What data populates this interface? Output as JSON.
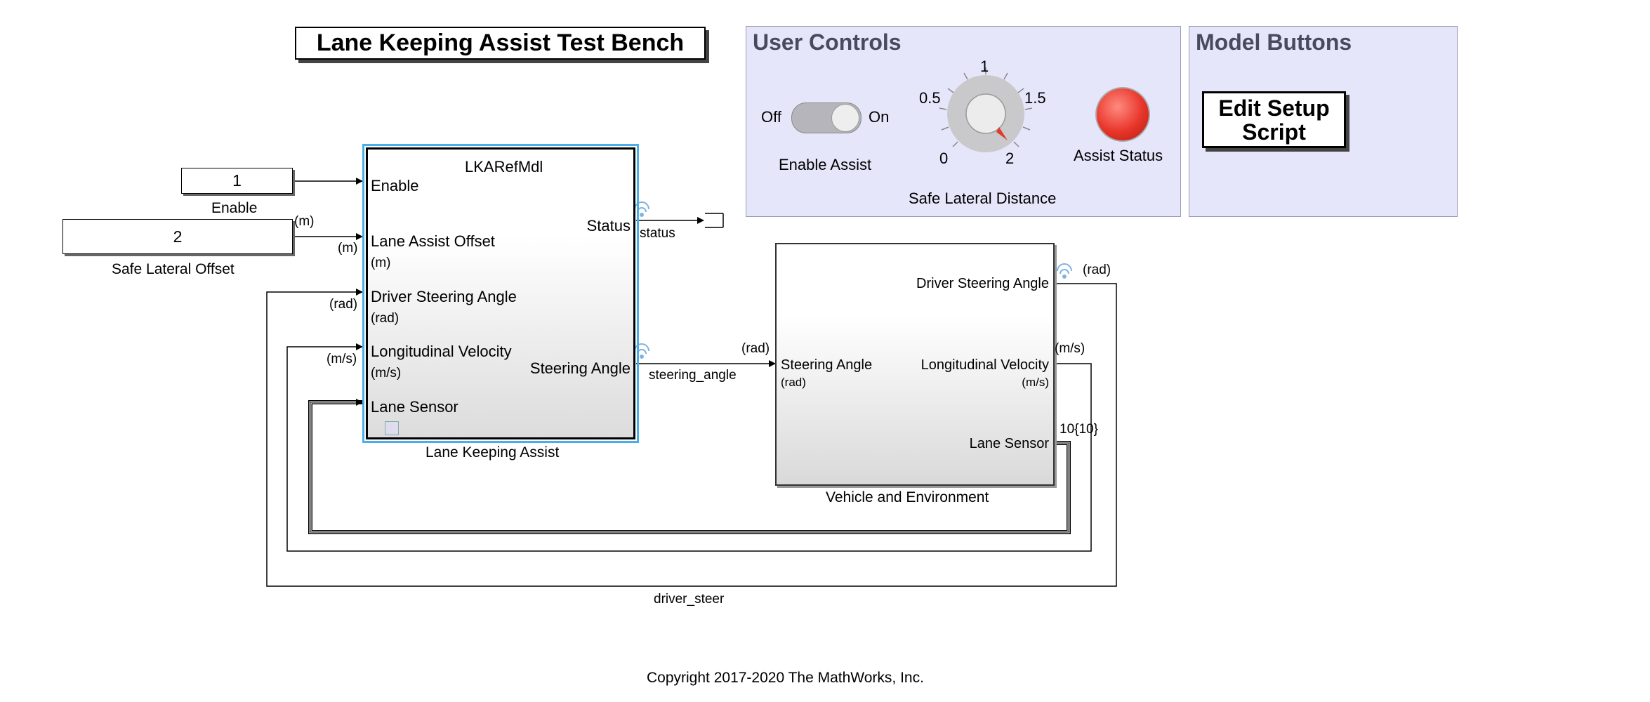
{
  "title": "Lane Keeping Assist Test Bench",
  "user_controls": {
    "heading": "User Controls",
    "switch_off": "Off",
    "switch_on": "On",
    "switch_label": "Enable Assist",
    "knob_ticks": [
      "0",
      "0.5",
      "1",
      "1.5",
      "2"
    ],
    "knob_label": "Safe Lateral Distance",
    "lamp_label": "Assist Status",
    "lamp_color": "#e8352a"
  },
  "model_buttons": {
    "heading": "Model Buttons",
    "edit_line1": "Edit Setup",
    "edit_line2": "Script"
  },
  "inputs": {
    "enable_value": "1",
    "enable_label": "Enable",
    "offset_value": "2",
    "offset_label": "Safe Lateral Offset"
  },
  "lka_block": {
    "model_ref": "LKARefMdl",
    "in_enable": "Enable",
    "in_offset": "Lane Assist Offset",
    "in_offset_unit": "(m)",
    "in_driver": "Driver Steering Angle",
    "in_driver_unit": "(rad)",
    "in_velocity": "Longitudinal Velocity",
    "in_velocity_unit": "(m/s)",
    "in_sensor": "Lane Sensor",
    "out_status": "Status",
    "out_steering": "Steering Angle",
    "name": "Lane Keeping Assist"
  },
  "vehicle_block": {
    "in_steering": "Steering Angle",
    "in_steering_unit": "(rad)",
    "out_driver": "Driver Steering Angle",
    "out_velocity": "Longitudinal Velocity",
    "out_velocity_unit": "(m/s)",
    "out_sensor": "Lane Sensor",
    "name": "Vehicle and Environment"
  },
  "signals": {
    "m_out": "(m)",
    "m_in": "(m)",
    "rad_in": "(rad)",
    "ms_in": "(m/s)",
    "status": "status",
    "steering_angle": "steering_angle",
    "rad_steer_in": "(rad)",
    "rad_out": "(rad)",
    "ms_out": "(m/s)",
    "sensor_dims": "10{10}",
    "driver_steer": "driver_steer"
  },
  "footer": "Copyright 2017-2020 The MathWorks, Inc."
}
